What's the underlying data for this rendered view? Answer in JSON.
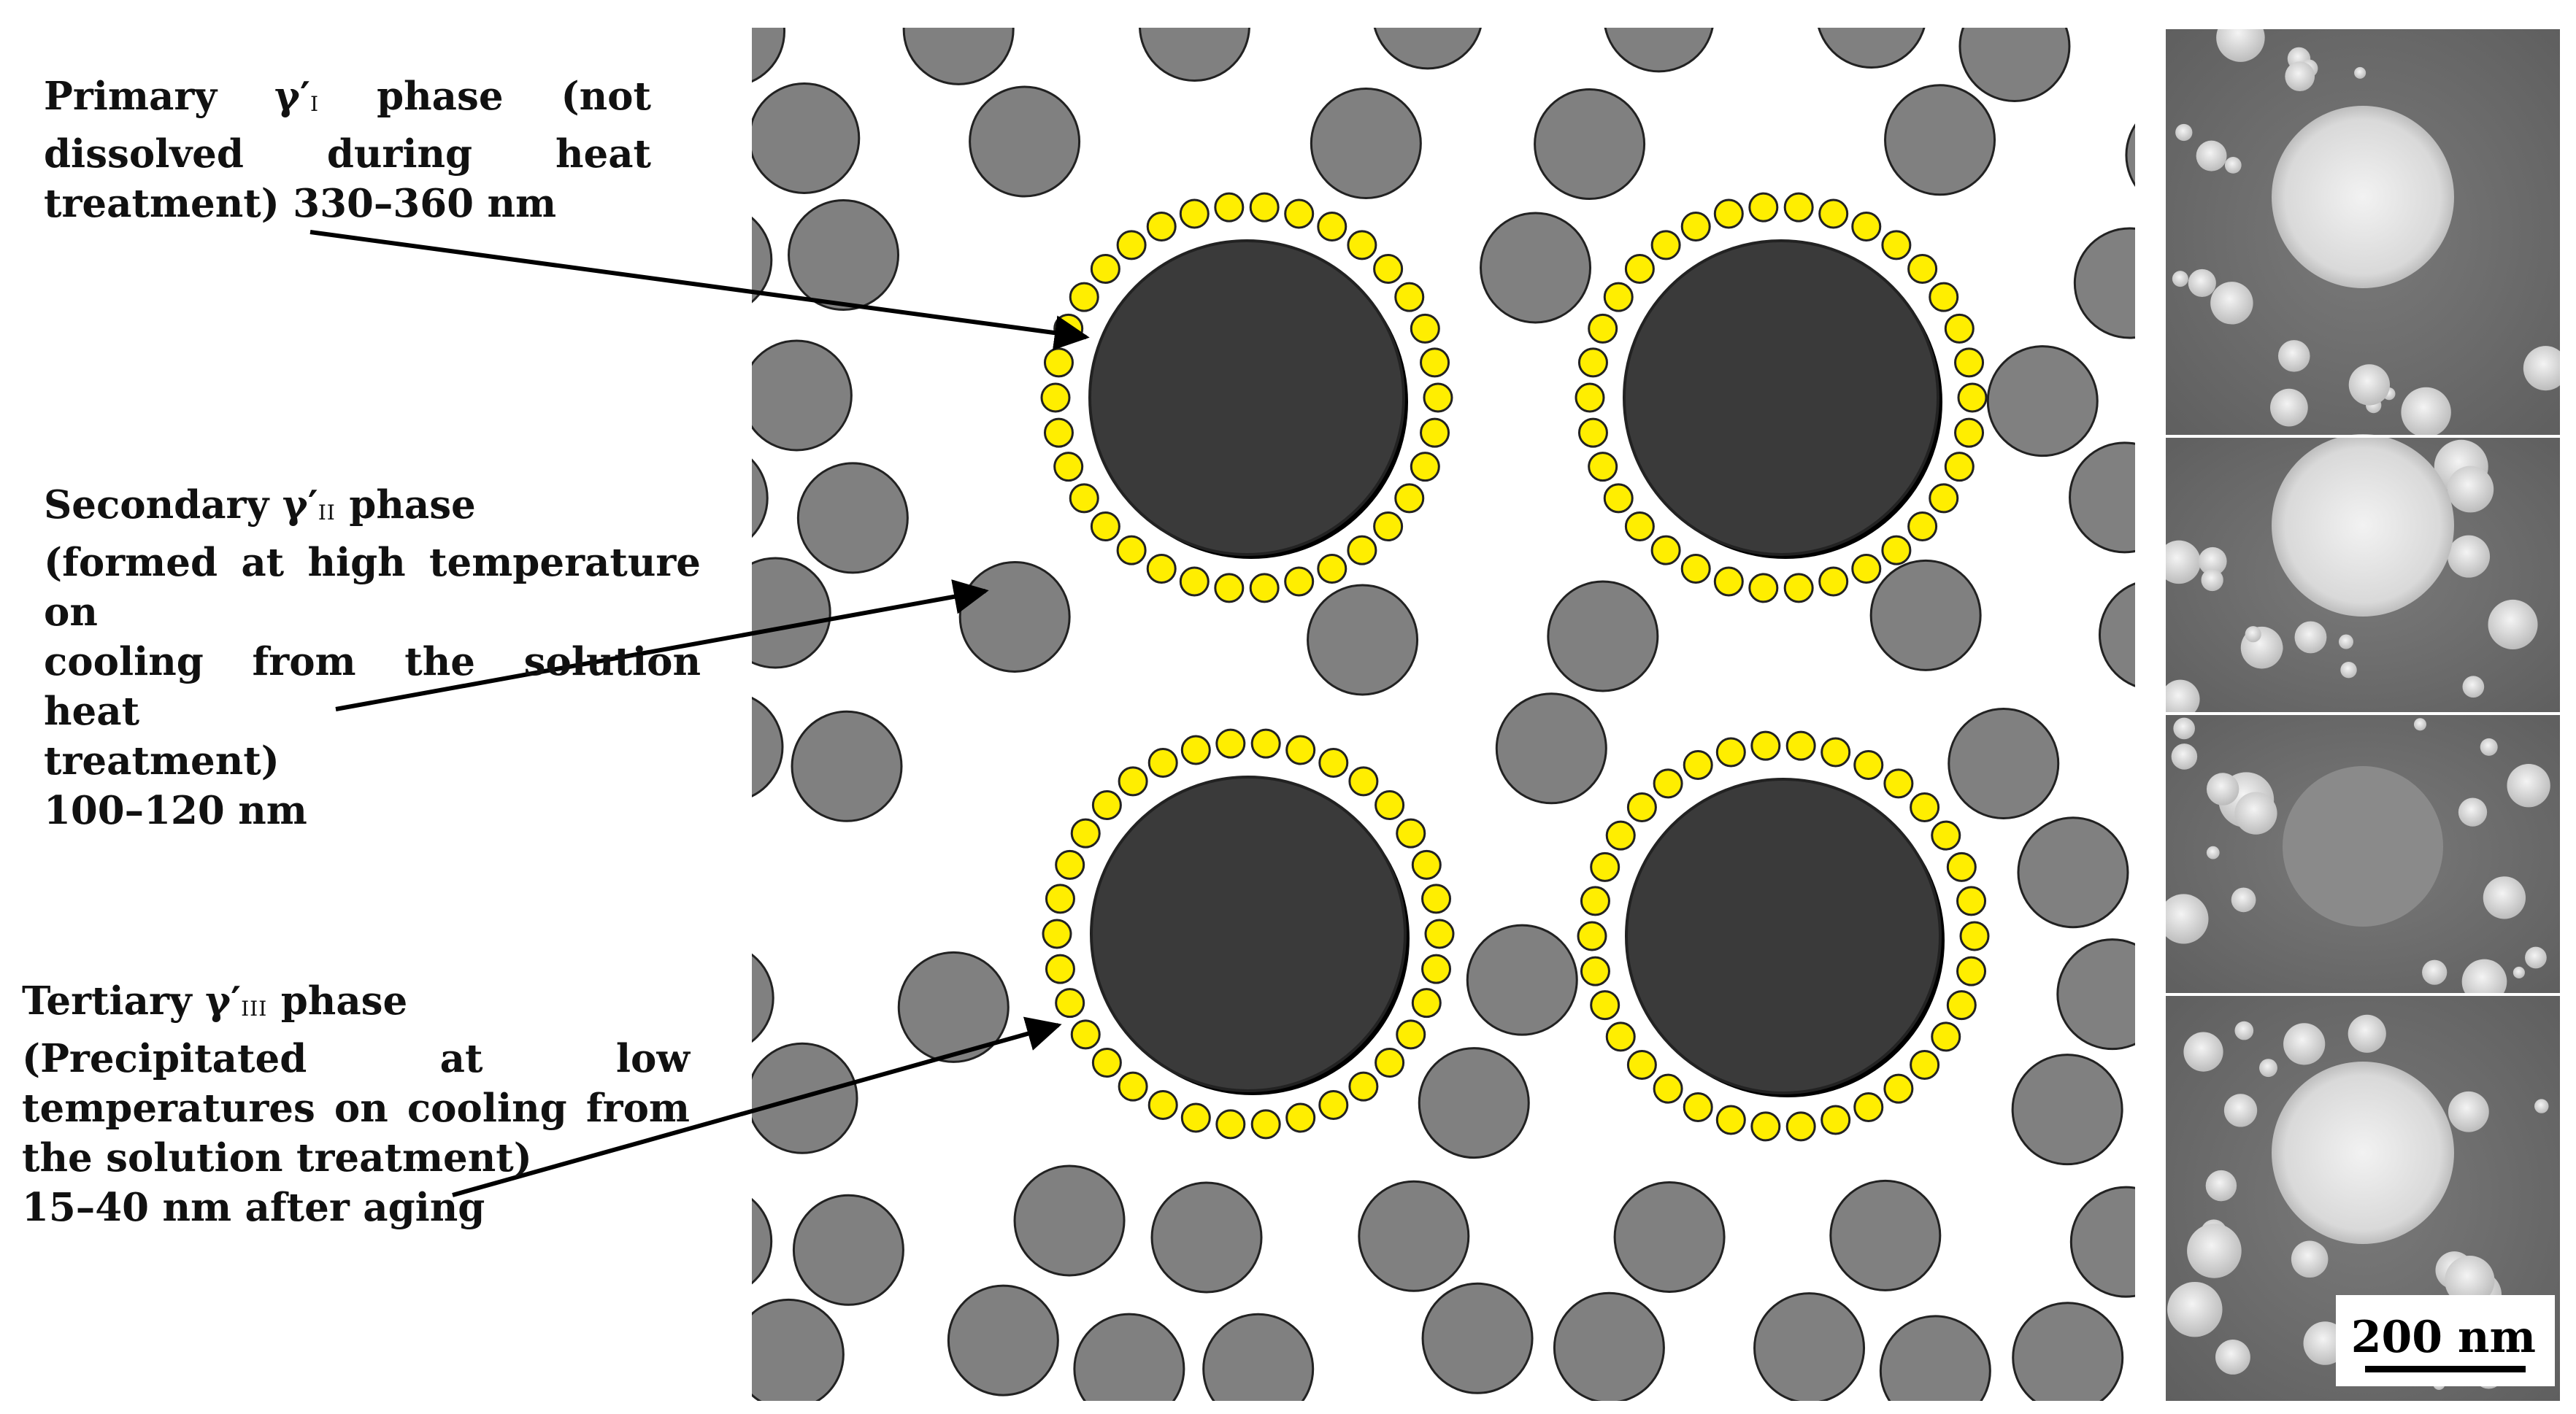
{
  "labels": {
    "primary": {
      "line1": [
        "Primary",
        "phase",
        "(not"
      ],
      "line2": [
        "dissolved",
        "during",
        "heat"
      ],
      "line3": "treatment) 330–360 nm",
      "gamma": "γ′",
      "sub": "I"
    },
    "secondary": {
      "line1_a": "Secondary ",
      "line1_b": " phase",
      "gamma": "γ′",
      "sub": "II",
      "line2": "(formed at high temperature on",
      "line3": "cooling from the solution heat",
      "line4": "treatment)",
      "line5": "100–120 nm"
    },
    "tertiary": {
      "line1_a": "Tertiary ",
      "line1_b": " phase",
      "gamma": "γ′",
      "sub": "III",
      "line2": [
        "(Precipitated",
        "at",
        "low"
      ],
      "line3": "temperatures on cooling from",
      "line4": "the solution treatment)",
      "line5": "15–40 nm after aging"
    }
  },
  "scale_bar": {
    "label": "200 nm"
  },
  "colors": {
    "primary_fill": "#3a3a3a",
    "secondary_fill": "#808080",
    "tertiary_fill": "#ffee00",
    "outline": "#222222",
    "micrograph_bg": "#6e6e6e",
    "micrograph_particle": "#e6e6e6"
  }
}
